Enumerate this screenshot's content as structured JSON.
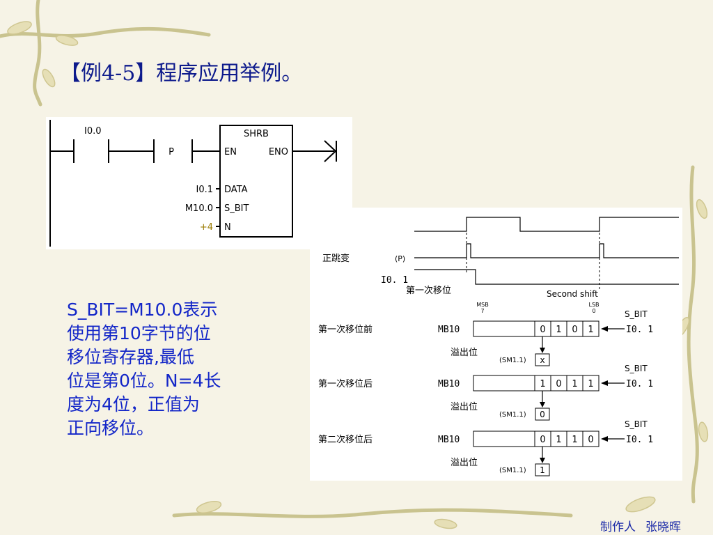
{
  "slide": {
    "title": "【例4-5】程序应用举例。",
    "colors": {
      "title": "#0d1a8c",
      "note": "#1326c8",
      "background": "#f6f3e6"
    }
  },
  "ladder": {
    "contact_label": "I0.0",
    "edge_label": "P",
    "block": {
      "name": "SHRB",
      "en": "EN",
      "eno": "ENO",
      "inputs": [
        {
          "operand": "I0.1",
          "pin": "DATA"
        },
        {
          "operand": "M10.0",
          "pin": "S_BIT"
        },
        {
          "operand": "+4",
          "pin": "N"
        }
      ]
    }
  },
  "timing": {
    "edge_label": "正跳变",
    "edge_symbol": "(P)",
    "input_label": "I0. 1",
    "first_shift": "第一次移位",
    "second_shift": "Second shift",
    "msb_label": "MSB",
    "msb_bit": "7",
    "lsb_label": "LSB",
    "lsb_bit": "0",
    "overflow_label": "溢出位",
    "overflow_bit": "(SM1.1)",
    "rows": [
      {
        "label": "第一次移位前",
        "register": "MB10",
        "bits": [
          "0",
          "1",
          "0",
          "1"
        ],
        "s_bit": "S_BIT",
        "input": "I0. 1",
        "overflow": "x"
      },
      {
        "label": "第一次移位后",
        "register": "MB10",
        "bits": [
          "1",
          "0",
          "1",
          "1"
        ],
        "s_bit": "S_BIT",
        "input": "I0. 1",
        "overflow": "0"
      },
      {
        "label": "第二次移位后",
        "register": "MB10",
        "bits": [
          "0",
          "1",
          "1",
          "0"
        ],
        "s_bit": "S_BIT",
        "input": "I0. 1",
        "overflow": "1"
      }
    ]
  },
  "note": {
    "lines": [
      "S_BIT=M10.0表示",
      "使用第10字节的位",
      "移位寄存器,最低",
      "位是第0位。N=4长",
      "度为4位，正值为",
      "正向移位。"
    ]
  },
  "footer": {
    "author_label": "制作人",
    "author_name": "张晓晖"
  }
}
